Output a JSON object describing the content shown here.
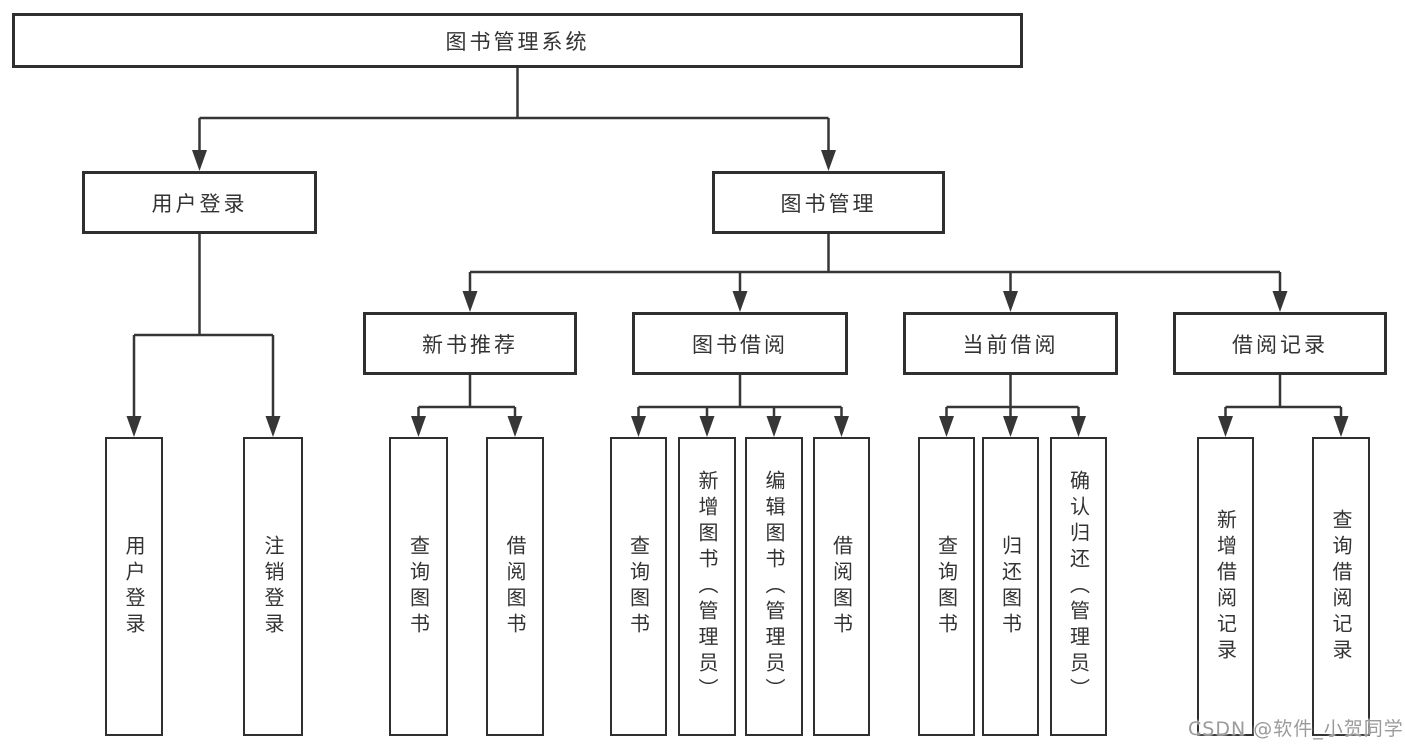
{
  "diagram": {
    "type": "hierarchy-tree",
    "title": "图书管理系统",
    "colors": {
      "background": "#ffffff",
      "box_border": "#2f2f2f",
      "connector_line": "#363636",
      "text": "#333333",
      "watermark": "#9b9b9b"
    }
  },
  "nodes": {
    "root": "图书管理系统",
    "user_login": "用户登录",
    "book_mgmt": "图书管理",
    "new_book_rec": "新书推荐",
    "book_borrowing": "图书借阅",
    "current_borrowing": "当前借阅",
    "borrowing_records": "借阅记录",
    "a1": "用户登录",
    "a2": "注销登录",
    "b1": "查询图书",
    "b2": "借阅图书",
    "c1": "查询图书",
    "c2": "新增图书（管理员）",
    "c3": "编辑图书（管理员）",
    "c4": "借阅图书",
    "d1": "查询图书",
    "d2": "归还图书",
    "d3": "确认归还（管理员）",
    "e1": "新增借阅记录",
    "e2": "查询借阅记录"
  },
  "hierarchy": {
    "root": "图书管理系统",
    "children": [
      {
        "label": "用户登录",
        "children": [
          "用户登录",
          "注销登录"
        ]
      },
      {
        "label": "图书管理",
        "children": [
          {
            "label": "新书推荐",
            "children": [
              "查询图书",
              "借阅图书"
            ]
          },
          {
            "label": "图书借阅",
            "children": [
              "查询图书",
              "新增图书（管理员）",
              "编辑图书（管理员）",
              "借阅图书"
            ]
          },
          {
            "label": "当前借阅",
            "children": [
              "查询图书",
              "归还图书",
              "确认归还（管理员）"
            ]
          },
          {
            "label": "借阅记录",
            "children": [
              "新增借阅记录",
              "查询借阅记录"
            ]
          }
        ]
      }
    ]
  },
  "watermark": "CSDN @软件_小贺同学"
}
